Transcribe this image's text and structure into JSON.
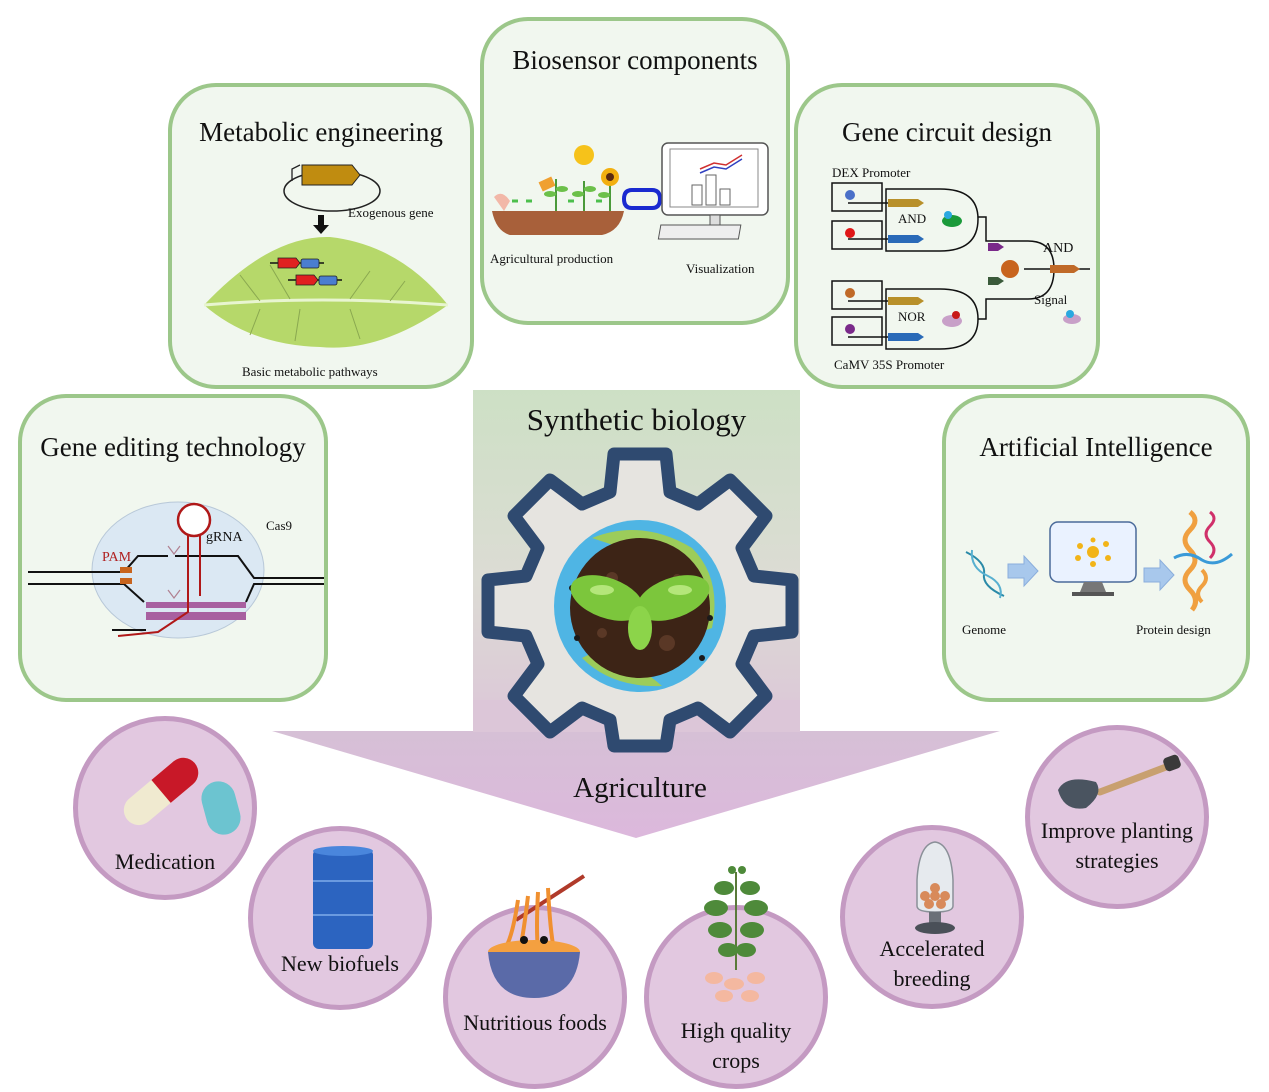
{
  "center": {
    "title": "Synthetic biology",
    "subtitle": "Agriculture",
    "icon": "gear-with-sprouting-earth-icon"
  },
  "panels": {
    "metabolic": {
      "title": "Metabolic engineering",
      "labels": {
        "gene": "Exogenous gene",
        "pathway": "Basic metabolic pathways"
      }
    },
    "biosensor": {
      "title": "Biosensor components",
      "labels": {
        "production": "Agricultural production",
        "visualization": "Visualization"
      }
    },
    "circuit": {
      "title": "Gene circuit design",
      "labels": {
        "dex": "DEX Promoter",
        "camv": "CaMV 35S Promoter",
        "and1": "AND",
        "nor": "NOR",
        "and2": "AND",
        "signal": "Signal"
      }
    },
    "editing": {
      "title": "Gene editing technology",
      "labels": {
        "pam": "PAM",
        "grna": "gRNA",
        "cas9": "Cas9"
      }
    },
    "ai": {
      "title": "Artificial Intelligence",
      "labels": {
        "genome": "Genome",
        "protein": "Protein design"
      }
    }
  },
  "applications": [
    {
      "label_lines": [
        "Medication"
      ],
      "icon": "pill-capsule-icon"
    },
    {
      "label_lines": [
        "New biofuels"
      ],
      "icon": "oil-barrel-icon"
    },
    {
      "label_lines": [
        "Nutritious foods"
      ],
      "icon": "noodle-bowl-icon"
    },
    {
      "label_lines": [
        "High quality",
        "crops"
      ],
      "icon": "potato-plant-icon"
    },
    {
      "label_lines": [
        "Accelerated",
        "breeding"
      ],
      "icon": "seed-jar-icon"
    },
    {
      "label_lines": [
        "Improve planting",
        "strategies"
      ],
      "icon": "trowel-icon"
    }
  ],
  "colors": {
    "panel_border": "#9cc78a",
    "panel_fill": "#f1f7ef",
    "circle_fill": "#e2c8e0",
    "circle_border": "#c49ac2",
    "gear": "#2f4a70",
    "pam": "#b02020"
  }
}
